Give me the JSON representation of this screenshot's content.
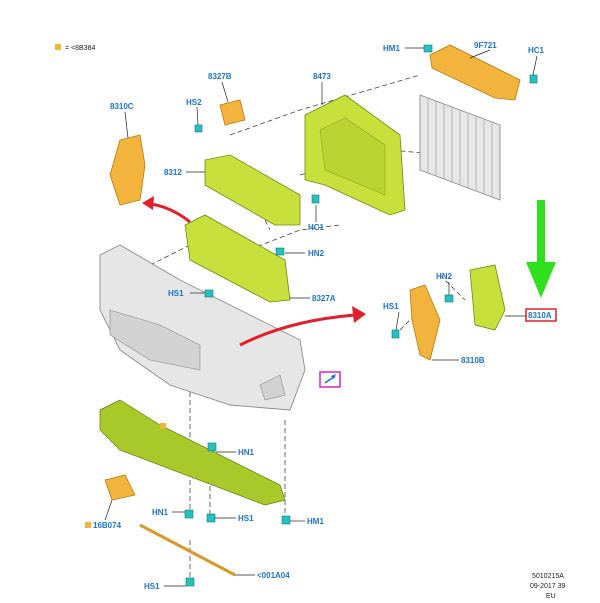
{
  "legend": {
    "text": "= <8B384",
    "swatch_color": "#f2b43c"
  },
  "labels": {
    "hm1_top": "HM1",
    "p9f721": "9F721",
    "hc1_top": "HC1",
    "p8327b": "8327B",
    "p8473": "8473",
    "p8310c": "8310C",
    "hs2": "HS2",
    "p8312": "8312",
    "hc1_mid": "HC1",
    "hn2_left": "HN2",
    "hs1_left": "HS1",
    "p8327a": "8327A",
    "hn2_right": "HN2",
    "hs1_right": "HS1",
    "p8310a": "8310A",
    "p8310b": "8310B",
    "hn1": "HN1",
    "p16b074": "16B074",
    "hn1_low": "HN1",
    "hs1_low": "HS1",
    "hm1_low": "HM1",
    "p001a04": "<001A04",
    "hs1_bottom": "HS1"
  },
  "footer": {
    "code": "5010215A",
    "date": "09-2017 39",
    "region": "EU"
  },
  "colors": {
    "label_blue": "#1e73c8",
    "highlight_red": "#e0202a",
    "arrow_green": "#2ee01e",
    "arrow_red": "#e0202a",
    "marker_magenta": "#e020c8",
    "part_yellow_green": "#c8e03c",
    "part_orange": "#f2b43c",
    "clip_cyan": "#27c0c0"
  }
}
